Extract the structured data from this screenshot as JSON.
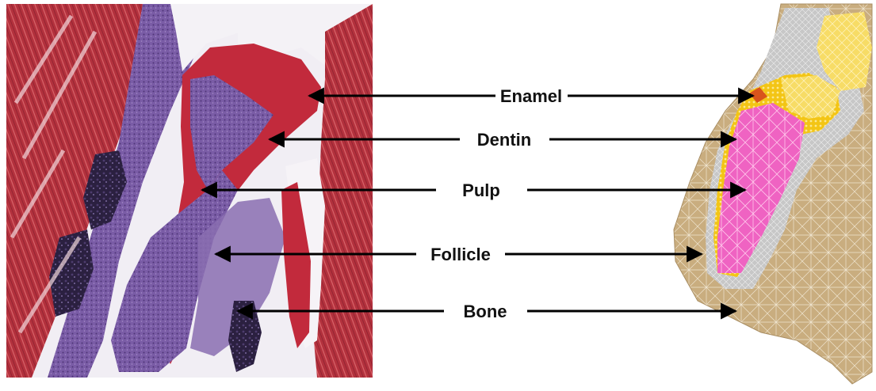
{
  "labels": [
    {
      "id": "enamel",
      "text": "Enamel"
    },
    {
      "id": "dentin",
      "text": "Dentin"
    },
    {
      "id": "pulp",
      "text": "Pulp"
    },
    {
      "id": "follicle",
      "text": "Follicle"
    },
    {
      "id": "bone",
      "text": "Bone"
    }
  ],
  "colors": {
    "muscle_red": "#b8303c",
    "tissue_purple": "#6a4e96",
    "dentin_red": "#c2283a",
    "bone_dark": "#2a1f3d",
    "mesh_tan": "#c9ad7f",
    "mesh_gray": "#c8c8c8",
    "mesh_yellow": "#f2c20f",
    "mesh_pink": "#ef5ec0",
    "arrow": "#000000"
  },
  "left_panel": {
    "description_icon": "histology-section-image"
  },
  "right_panel": {
    "description_icon": "finite-element-mesh-image"
  }
}
